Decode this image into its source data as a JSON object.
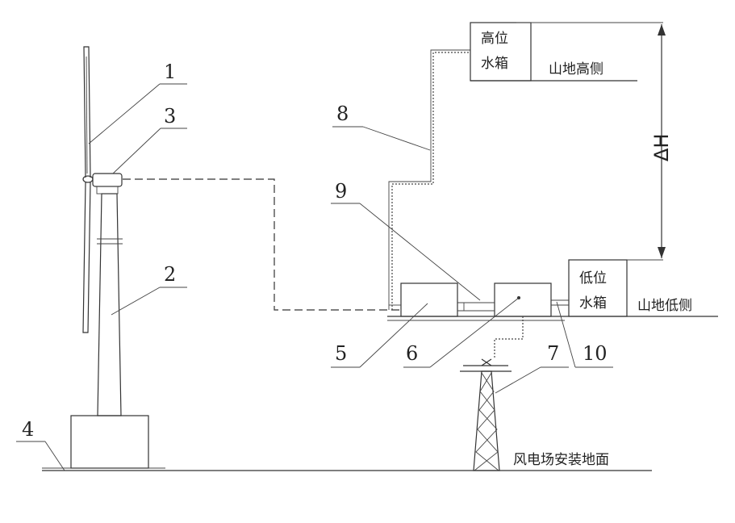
{
  "labels": {
    "n1": "1",
    "n2": "2",
    "n3": "3",
    "n4": "4",
    "n5": "5",
    "n6": "6",
    "n7": "7",
    "n8": "8",
    "n9": "9",
    "n10": "10"
  },
  "upper_tank": {
    "line1": "高位",
    "line2": "水箱"
  },
  "lower_tank": {
    "line1": "低位",
    "line2": "水箱"
  },
  "ground_high": "山地高侧",
  "ground_low": "山地低侧",
  "ground_farm": "风电场安装地面",
  "head_symbol": "ΔH"
}
